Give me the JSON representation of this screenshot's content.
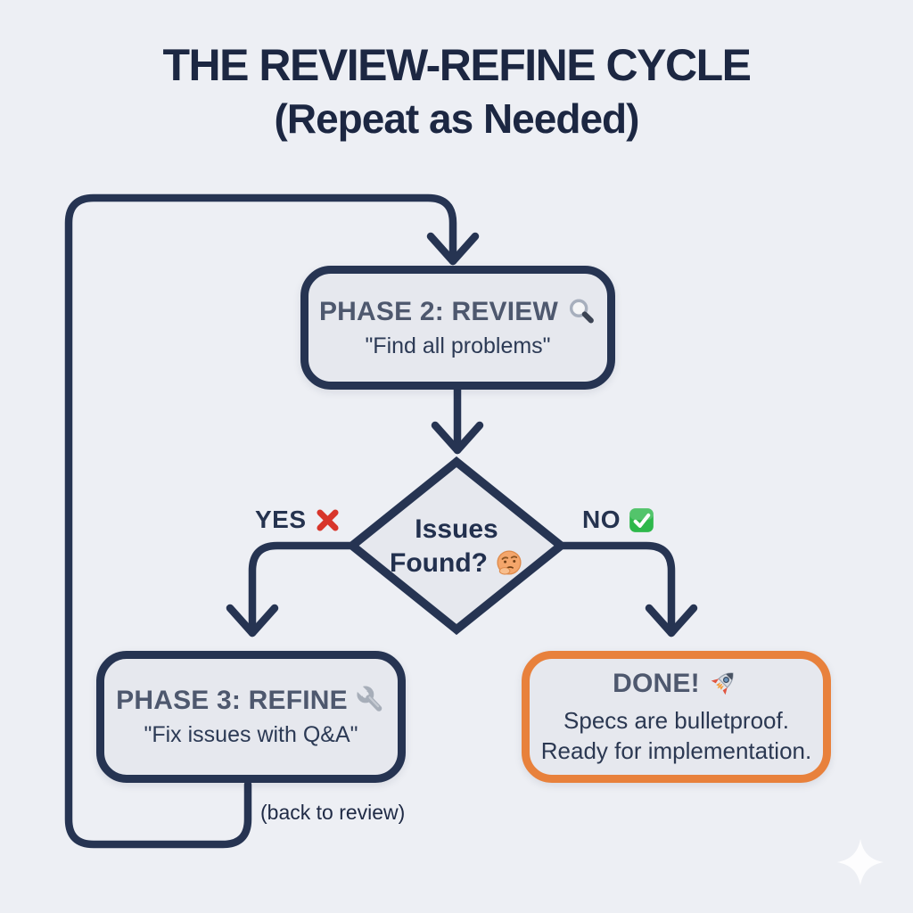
{
  "title": {
    "line1": "THE REVIEW-REFINE CYCLE",
    "line2": "(Repeat as Needed)"
  },
  "nodes": {
    "review": {
      "heading": "PHASE 2: REVIEW",
      "heading_icon": "magnifier-icon",
      "subtitle": "\"Find all problems\""
    },
    "decision": {
      "line1": "Issues",
      "line2": "Found?",
      "icon": "thinking-face-icon"
    },
    "refine": {
      "heading": "PHASE 3: REFINE",
      "heading_icon": "wrench-icon",
      "subtitle": "\"Fix issues with Q&A\""
    },
    "done": {
      "heading": "DONE!",
      "heading_icon": "rocket-icon",
      "body_line1": "Specs are bulletproof.",
      "body_line2": "Ready for implementation."
    }
  },
  "labels": {
    "yes": {
      "text": "YES",
      "icon": "cross-mark-icon"
    },
    "no": {
      "text": "NO",
      "icon": "check-mark-icon"
    },
    "loop_note": "(back to review)"
  },
  "decorations": {
    "corner_sparkle": "sparkle-icon"
  },
  "colors": {
    "background": "#EDEFF4",
    "connector_navy": "#263452",
    "node_fill": "#E6E8EE",
    "done_border_orange": "#E8813C",
    "title_text": "#1C2742",
    "heading_text": "#4E586E",
    "body_text": "#2C3A55",
    "yes_cross_red": "#D8352B",
    "no_check_green": "#2EB84B"
  }
}
